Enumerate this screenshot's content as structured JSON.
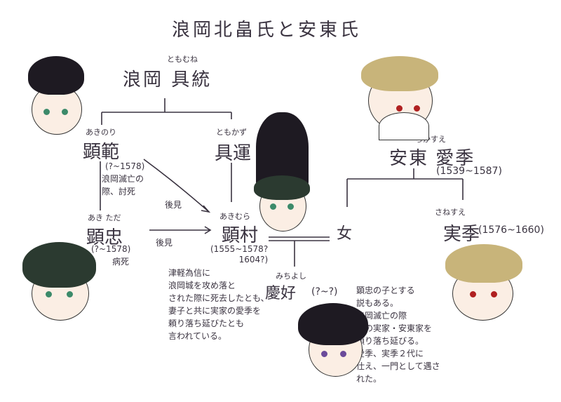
{
  "title": "浪岡北畠氏と安東氏",
  "people": {
    "tomomune": {
      "kana": "ともむね",
      "name": "浪岡 具統"
    },
    "akinori": {
      "kana": "あきのり",
      "name": "顕範",
      "dates": "(?~1578)",
      "note": "浪岡滅亡の\n際、討死"
    },
    "tomokazu": {
      "kana": "ともかず",
      "name": "具運"
    },
    "akitada": {
      "kana": "あき ただ",
      "name": "顕忠",
      "dates": "(?~1578)",
      "note": "病死"
    },
    "akimura": {
      "kana": "あきむら",
      "name": "顕村",
      "dates": "(1555~1578?\n1604?)"
    },
    "chikasue": {
      "kana": "ちかすえ",
      "name": "安東 愛季",
      "dates": "(1539~1587)"
    },
    "sanesue": {
      "kana": "さねすえ",
      "name": "実季",
      "dates": "(1576~1660)"
    },
    "woman": {
      "name": "女"
    },
    "michiyoshi": {
      "kana": "みちよし",
      "name": "慶好",
      "dates": "(?~?)"
    }
  },
  "relations": {
    "guardian1": "後見",
    "guardian2": "後見"
  },
  "notes": {
    "akimura_note": "津軽為信に\n浪岡城を攻め落と\nされた際に死去したとも、\n妻子と共に実家の愛季を\n頼り落ち延びたとも\n言われている。",
    "michiyoshi_note": "顕忠の子とする\n説もある。\n浪岡滅亡の際\n母の実家・安東家を\n頼り落ち延びる。\n愛季、実季２代に\n仕え、一門として遇さ\nれた。"
  },
  "colors": {
    "ink": "#3a3340",
    "hair_dark": "#2b3a30",
    "hair_blond": "#c8b47a",
    "eye_green": "#3c8a6a",
    "eye_red": "#b02020",
    "eye_purple": "#6a4a9a"
  }
}
